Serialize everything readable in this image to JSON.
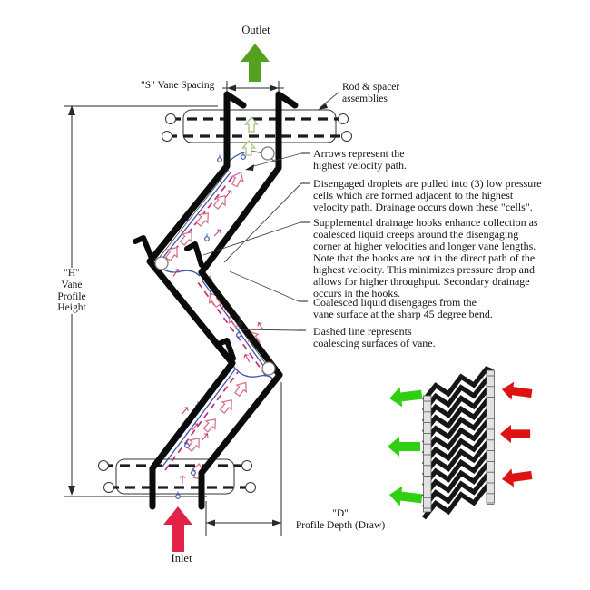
{
  "labels": {
    "outlet": "Outlet",
    "inlet": "Inlet",
    "vane_spacing": "\"S\" Vane Spacing",
    "rod_spacer": [
      "Rod & spacer",
      "assemblies"
    ],
    "vane_height": [
      "\"H\"",
      "Vane",
      "Profile",
      "Height"
    ],
    "profile_depth": [
      "\"D\"",
      "Profile Depth (Draw)"
    ]
  },
  "annotations": [
    {
      "text": [
        "Arrows represent the",
        "highest velocity path."
      ]
    },
    {
      "text": [
        "Disengaged droplets are pulled into (3) low pressure",
        "cells which are formed adjacent to the highest",
        "velocity path. Drainage occurs down these \"cells\"."
      ]
    },
    {
      "text": [
        "Supplemental drainage hooks enhance collection as",
        "coalesced liquid creeps around the disengaging",
        "corner at higher velocities and longer vane lengths.",
        "Note that the hooks are not in the direct path of the",
        "highest velocity. This minimizes pressure drop and",
        "allows for higher throughput. Secondary drainage",
        "occurs in the hooks."
      ]
    },
    {
      "text": [
        "Coalesced liquid disengages from the",
        "vane surface at the sharp 45 degree bend."
      ]
    },
    {
      "text": [
        "Dashed line represents",
        "coalescing surfaces of vane."
      ]
    }
  ],
  "colors": {
    "vane_black": "#0b0b0b",
    "velocity_pink": "#d9728c",
    "velocity_green": "#a8c47e",
    "drain_blue": "#3a56b0",
    "coalesce_magenta": "#c82b74",
    "outlet_green": "#55a01e",
    "inlet_red": "#e02346",
    "pack_green": "#2fcf12",
    "pack_red": "#de1212"
  }
}
